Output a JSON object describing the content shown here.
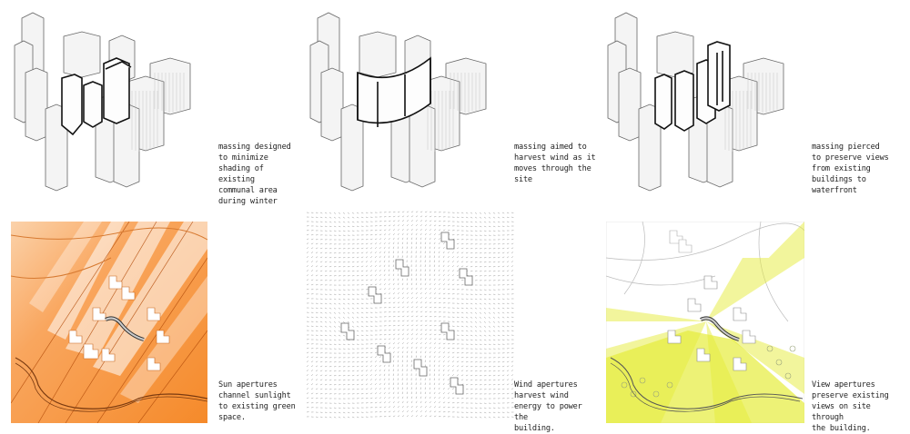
{
  "captions": {
    "massing_1": "massing designed\nto minimize\nshading of existing\ncommunal area\nduring winter",
    "massing_2": "massing aimed to\nharvest wind as it\nmoves through the\nsite",
    "massing_3": "massing pierced\nto preserve views\nfrom existing\nbuildings to\nwaterfront",
    "sun": "Sun apertures\nchannel sunlight\nto existing green\nspace.",
    "wind": "Wind apertures\nharvest wind\nenergy to power the\nbuilding.",
    "view": "View apertures\npreserve existing\nviews on site through\nthe building."
  },
  "colors": {
    "sun_orange": "#f7943a",
    "sun_light": "#fde3c8",
    "view_yellow": "#e6ec3c",
    "line_gray": "#888888",
    "building_outline": "#333333"
  }
}
